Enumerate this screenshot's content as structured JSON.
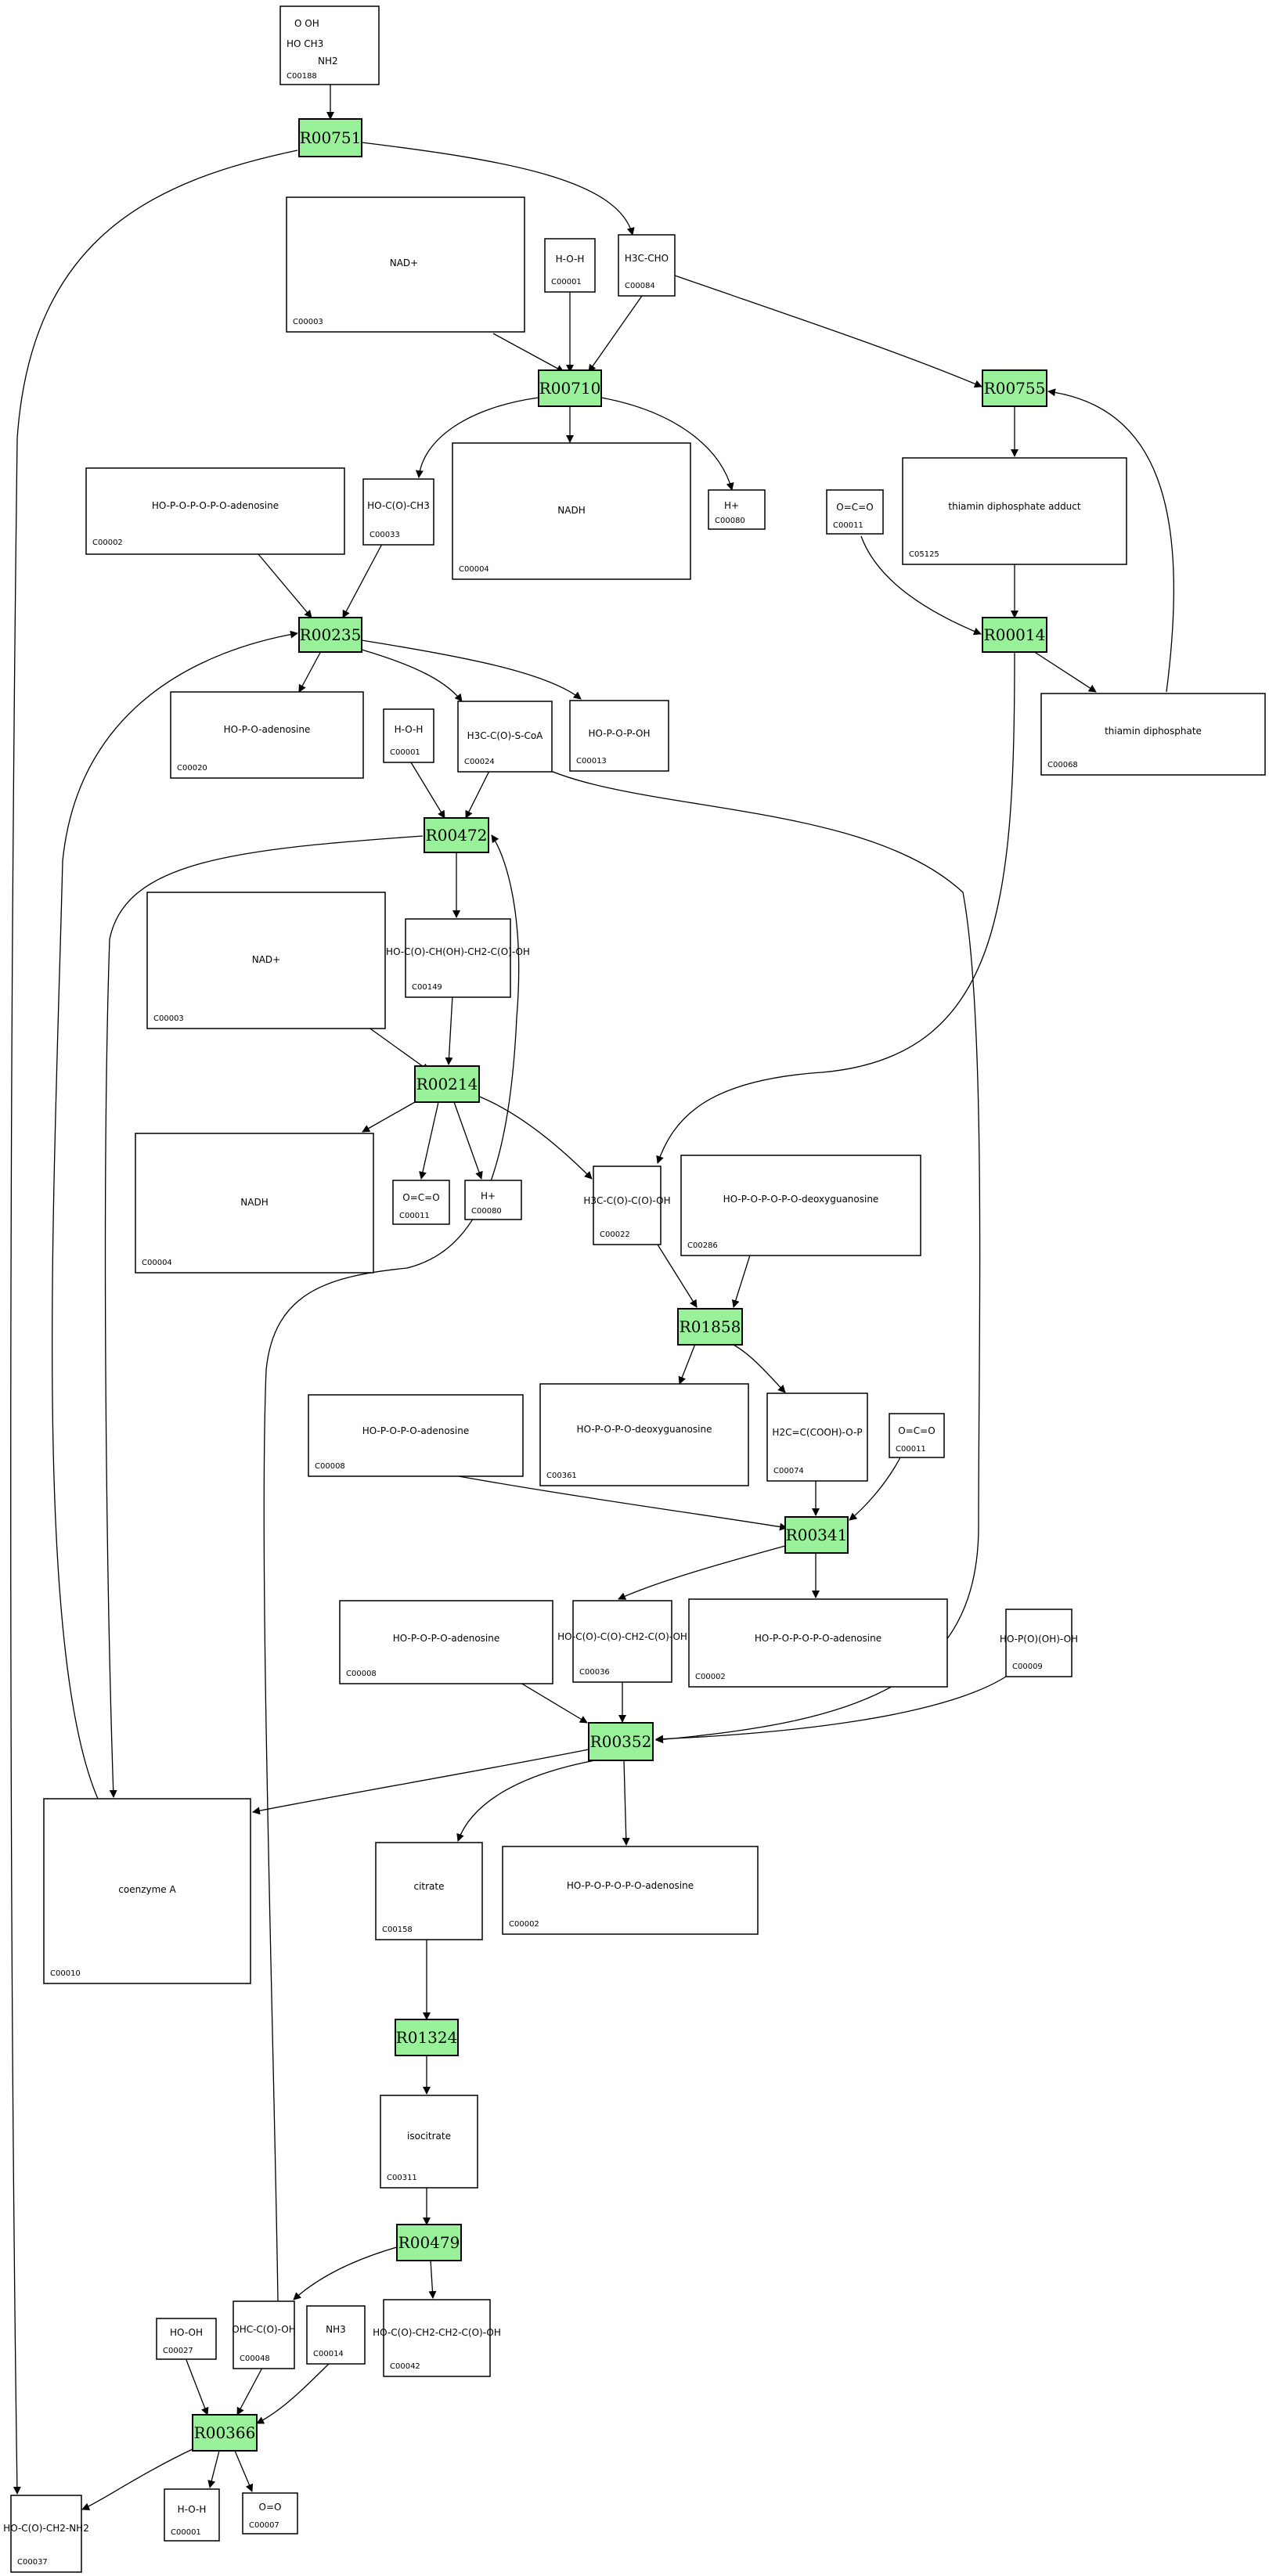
{
  "reactions": [
    {
      "id": "R00751",
      "label": "R00751"
    },
    {
      "id": "R00710",
      "label": "R00710"
    },
    {
      "id": "R00755",
      "label": "R00755"
    },
    {
      "id": "R00235",
      "label": "R00235"
    },
    {
      "id": "R00014",
      "label": "R00014"
    },
    {
      "id": "R00472",
      "label": "R00472"
    },
    {
      "id": "R00214",
      "label": "R00214"
    },
    {
      "id": "R01858",
      "label": "R01858"
    },
    {
      "id": "R00341",
      "label": "R00341"
    },
    {
      "id": "R00352",
      "label": "R00352"
    },
    {
      "id": "R01324",
      "label": "R01324"
    },
    {
      "id": "R00479",
      "label": "R00479"
    },
    {
      "id": "R00366",
      "label": "R00366"
    }
  ],
  "compounds": [
    {
      "key": "c00188",
      "id": "C00188",
      "formula": [
        "O  OH",
        "HO      CH3",
        "NH2"
      ]
    },
    {
      "key": "c00003a",
      "id": "C00003",
      "formula": [
        "NAD+"
      ]
    },
    {
      "key": "c00001a",
      "id": "C00001",
      "formula": [
        "H-O-H"
      ]
    },
    {
      "key": "c00084",
      "id": "C00084",
      "formula": [
        "H3C-CHO"
      ]
    },
    {
      "key": "c00002a",
      "id": "C00002",
      "formula": [
        "HO-P-O-P-O-P-O-adenosine"
      ]
    },
    {
      "key": "c00033",
      "id": "C00033",
      "formula": [
        "HO-C(O)-CH3"
      ]
    },
    {
      "key": "c00004a",
      "id": "C00004",
      "formula": [
        "NADH"
      ]
    },
    {
      "key": "c00080a",
      "id": "C00080",
      "formula": [
        "H+"
      ]
    },
    {
      "key": "c00011a",
      "id": "C00011",
      "formula": [
        "O=C=O"
      ]
    },
    {
      "key": "c05125",
      "id": "C05125",
      "formula": [
        "thiamin diphosphate adduct"
      ]
    },
    {
      "key": "c00020",
      "id": "C00020",
      "formula": [
        "HO-P-O-adenosine"
      ]
    },
    {
      "key": "c00001b",
      "id": "C00001",
      "formula": [
        "H-O-H"
      ]
    },
    {
      "key": "c00024",
      "id": "C00024",
      "formula": [
        "H3C-C(O)-S-CoA"
      ]
    },
    {
      "key": "c00013",
      "id": "C00013",
      "formula": [
        "HO-P-O-P-OH"
      ]
    },
    {
      "key": "c00068",
      "id": "C00068",
      "formula": [
        "thiamin diphosphate"
      ]
    },
    {
      "key": "c00003b",
      "id": "C00003",
      "formula": [
        "NAD+"
      ]
    },
    {
      "key": "c00149",
      "id": "C00149",
      "formula": [
        "HO-C(O)-CH(OH)-CH2-C(O)-OH"
      ]
    },
    {
      "key": "c00004b",
      "id": "C00004",
      "formula": [
        "NADH"
      ]
    },
    {
      "key": "c00011b",
      "id": "C00011",
      "formula": [
        "O=C=O"
      ]
    },
    {
      "key": "c00080b",
      "id": "C00080",
      "formula": [
        "H+"
      ]
    },
    {
      "key": "c00022",
      "id": "C00022",
      "formula": [
        "H3C-C(O)-C(O)-OH"
      ]
    },
    {
      "key": "c00286",
      "id": "C00286",
      "formula": [
        "HO-P-O-P-O-P-O-deoxyguanosine"
      ]
    },
    {
      "key": "c00008a",
      "id": "C00008",
      "formula": [
        "HO-P-O-P-O-adenosine"
      ]
    },
    {
      "key": "c00361",
      "id": "C00361",
      "formula": [
        "HO-P-O-P-O-deoxyguanosine"
      ]
    },
    {
      "key": "c00074",
      "id": "C00074",
      "formula": [
        "H2C=C(COOH)-O-P"
      ]
    },
    {
      "key": "c00011c",
      "id": "C00011",
      "formula": [
        "O=C=O"
      ]
    },
    {
      "key": "c00008b",
      "id": "C00008",
      "formula": [
        "HO-P-O-P-O-adenosine"
      ]
    },
    {
      "key": "c00036",
      "id": "C00036",
      "formula": [
        "HO-C(O)-C(O)-CH2-C(O)-OH"
      ]
    },
    {
      "key": "c00002b",
      "id": "C00002",
      "formula": [
        "HO-P-O-P-O-P-O-adenosine"
      ]
    },
    {
      "key": "c00009",
      "id": "C00009",
      "formula": [
        "HO-P(O)(OH)-OH"
      ]
    },
    {
      "key": "c00010",
      "id": "C00010",
      "formula": [
        "coenzyme A"
      ]
    },
    {
      "key": "c00158",
      "id": "C00158",
      "formula": [
        "citrate"
      ]
    },
    {
      "key": "c00002c",
      "id": "C00002",
      "formula": [
        "HO-P-O-P-O-P-O-adenosine"
      ]
    },
    {
      "key": "c00311",
      "id": "C00311",
      "formula": [
        "isocitrate"
      ]
    },
    {
      "key": "c00027",
      "id": "C00027",
      "formula": [
        "HO-OH"
      ]
    },
    {
      "key": "c00048",
      "id": "C00048",
      "formula": [
        "OHC-C(O)-OH"
      ]
    },
    {
      "key": "c00014",
      "id": "C00014",
      "formula": [
        "NH3"
      ]
    },
    {
      "key": "c00042",
      "id": "C00042",
      "formula": [
        "HO-C(O)-CH2-CH2-C(O)-OH"
      ]
    },
    {
      "key": "c00037",
      "id": "C00037",
      "formula": [
        "HO-C(O)-CH2-NH2"
      ]
    },
    {
      "key": "c00001c",
      "id": "C00001",
      "formula": [
        "H-O-H"
      ]
    },
    {
      "key": "c00007",
      "id": "C00007",
      "formula": [
        "O=O"
      ]
    }
  ]
}
